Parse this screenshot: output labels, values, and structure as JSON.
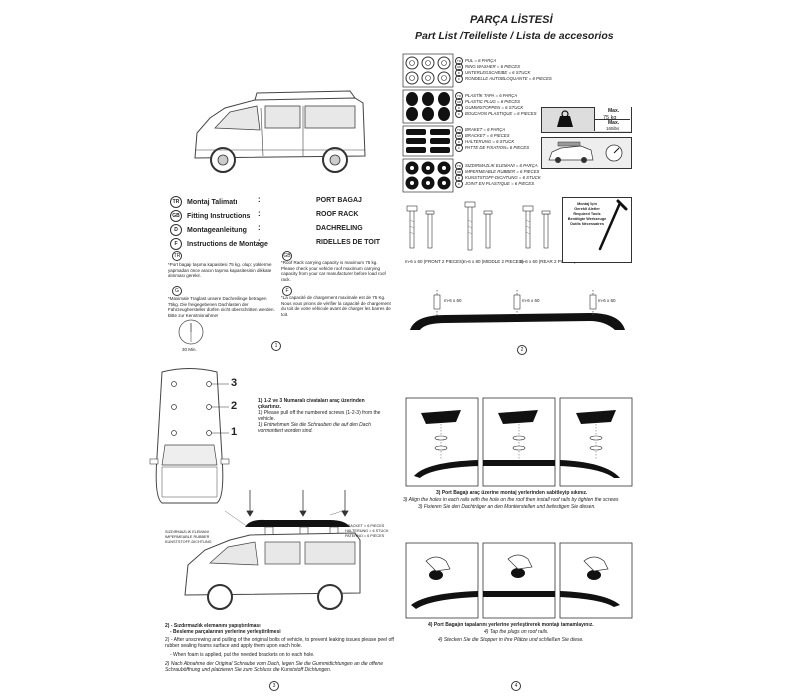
{
  "header": {
    "title": "PARÇA LİSTESİ",
    "subtitle": "Part List  /Teileliste / Lista de accesorios"
  },
  "instructions": [
    {
      "code": "TR",
      "left": "Montaj Talimatı",
      "right": "PORT BAGAJ"
    },
    {
      "code": "GB",
      "left": "Fitting Instructions",
      "right": "ROOF RACK"
    },
    {
      "code": "D",
      "left": "Montageanleitung",
      "right": "DACHRELING"
    },
    {
      "code": "F",
      "left": "Instructions de Montage",
      "right": "RIDELLES DE TOIT"
    }
  ],
  "capacity_notes": {
    "tr": "*Port bagajı taşıma kapasitesi 75 kg. olup; yüklerme yapmadan önce aracın taşıma kapasitesinin dikkate alınması gerekir.",
    "gb": "*Roof Rack carrying capacity is maximum 75 kg. Please check your vehicle roof maximum carrying capacity from your car manufacturer before load roof rack.",
    "g": "*Maximale Traglast unsere Dachreilinge betragen 75kg. Die freigegebenen Dachlasten der Fahrzeughersteller dürfen nicht überschritten werden. Bitte zur Kenntnisnahme!",
    "f": "*La capacité de chargement maximale est de 75 Kg. Nous vous prions de vérifier la capacité de chargement du toit de votre véhicule avant de charger les barres de toit."
  },
  "badges": {
    "tr": "TR",
    "gb": "GB",
    "g": "G",
    "f": "F"
  },
  "clock_label": "30 Min.",
  "parts": [
    {
      "code": "TR",
      "text": "PUL = 6 PARÇA"
    },
    {
      "code": "GB",
      "text": "RING WASHER = 6 PIECES"
    },
    {
      "code": "D",
      "text": "UNTERLEGSCHEIBE = 6 STUCK"
    },
    {
      "code": "F",
      "text": "RONDELLE AUTOBLOQUANTE = 6 PIECES"
    },
    {
      "code": "TR",
      "text": "PLASTİK TAPA   = 6 PARÇA"
    },
    {
      "code": "GB",
      "text": "PLASTIC PLUG  = 6 PIECES"
    },
    {
      "code": "D",
      "text": "GUMMISTOPPEN  = 6 STUCK"
    },
    {
      "code": "F",
      "text": "BOUCHON PLASTIQUE = 6 PIECES"
    },
    {
      "code": "TR",
      "text": "BRAKET = 6 PARÇA"
    },
    {
      "code": "GB",
      "text": "BRACKET = 6 PIECES"
    },
    {
      "code": "D",
      "text": "HALTERUNG = 6 STUCK"
    },
    {
      "code": "F",
      "text": "PATTE DE FIXATION= 6 PIECES"
    },
    {
      "code": "TR",
      "text": "SIZDIRMAZLIK ELEMANI = 6 PARÇA"
    },
    {
      "code": "GB",
      "text": "IMPERMEABLE RUBBER = 6 PIECES"
    },
    {
      "code": "D",
      "text": "KUNSTSTOFF-DICHTUNG = 6 STUCK"
    },
    {
      "code": "F",
      "text": "JOINT EN PLASTIQUE = 6 PIECES"
    }
  ],
  "weight": {
    "max1_label": "Max.",
    "max1_value": "75 kg",
    "max2_label": "Max.",
    "max2_value": "165lbs"
  },
  "tools": {
    "lines": [
      "Montaj İçin",
      "Gerekli Aletler",
      "Required Tools",
      "Benötigte Werkzeuge",
      "Outils Nécessaires"
    ]
  },
  "screws": [
    {
      "label": "m-6 x 60 (FRONT 2 PIECES)"
    },
    {
      "label": "m-6 x 80 (MIDDLE 2 PIECES)"
    },
    {
      "label": "m-6 x 60 (REAR 2 PIECES)"
    }
  ],
  "rail_screws": [
    "m-6 x 60",
    "m-6 x 60",
    "m-6 x 60"
  ],
  "step1": {
    "markers": [
      "3",
      "2",
      "1"
    ],
    "tr": "1) 1-2 ve 3 Numaralı civataları araç üzerinden çıkartınız.",
    "gb": "1) Please pull off the numbered screws (1-2-3) from the vehicle.",
    "d": "1) Entnehmen Sie die Schrauben die auf den Dach vormontiert worden sind."
  },
  "step2": {
    "callouts_left": [
      "SIZDIRMAZLIK ELEMANI",
      "IMPERMEABLE RUBBER",
      "KUNSTSTOFF-DICHTUNG"
    ],
    "callouts_right": [
      "BRACKET = 6 PIECES",
      "HALTERUNG = 6 STUCK",
      "PATERNO = 6 PIECES"
    ],
    "tr": "2) - Sızdırmazlık elemanını yapıştırılması",
    "tr2": "- Besleme parçalarının yerlerine yerleştirilmesi",
    "gb": "2) - After unscrewing and pulling of the original bolts of vehicle, to prevent leaking issues please peel off rubber sealing foams surface and apply them upon each hole.",
    "gb2": "- When foam is applied, put the needed brackets on to each hole.",
    "d": "2)  Nach Abnahme der Original Schraube vom Dach, legen Sie die Gummidichtungen an die offene Schrauböffnung und platzieren Sie zum Schluss die Kunststoff Dichtungen."
  },
  "step3": {
    "tr": "3) Port Bagajı araç üzerine montaj yerlerinden sabitleyip sıkınız.",
    "gb": "3) Align the holes in each rails with the hole on the roof then install roof rails by tighten the screws",
    "d": "3) Fixieren Sie den Dachträger an den Montierstellen und befestigen Sie diesen."
  },
  "step4": {
    "tr": "4) Port Bagajın tapalarını yerlerine yerleştirerek montajı tamamlayınız.",
    "gb": "4) Tap the plugs on roof rails.",
    "d": "4) Stecken Sie die Stopper in ihre Plätze und schließen Sie diese."
  },
  "page_numbers": [
    "1",
    "2",
    "3",
    "4"
  ]
}
